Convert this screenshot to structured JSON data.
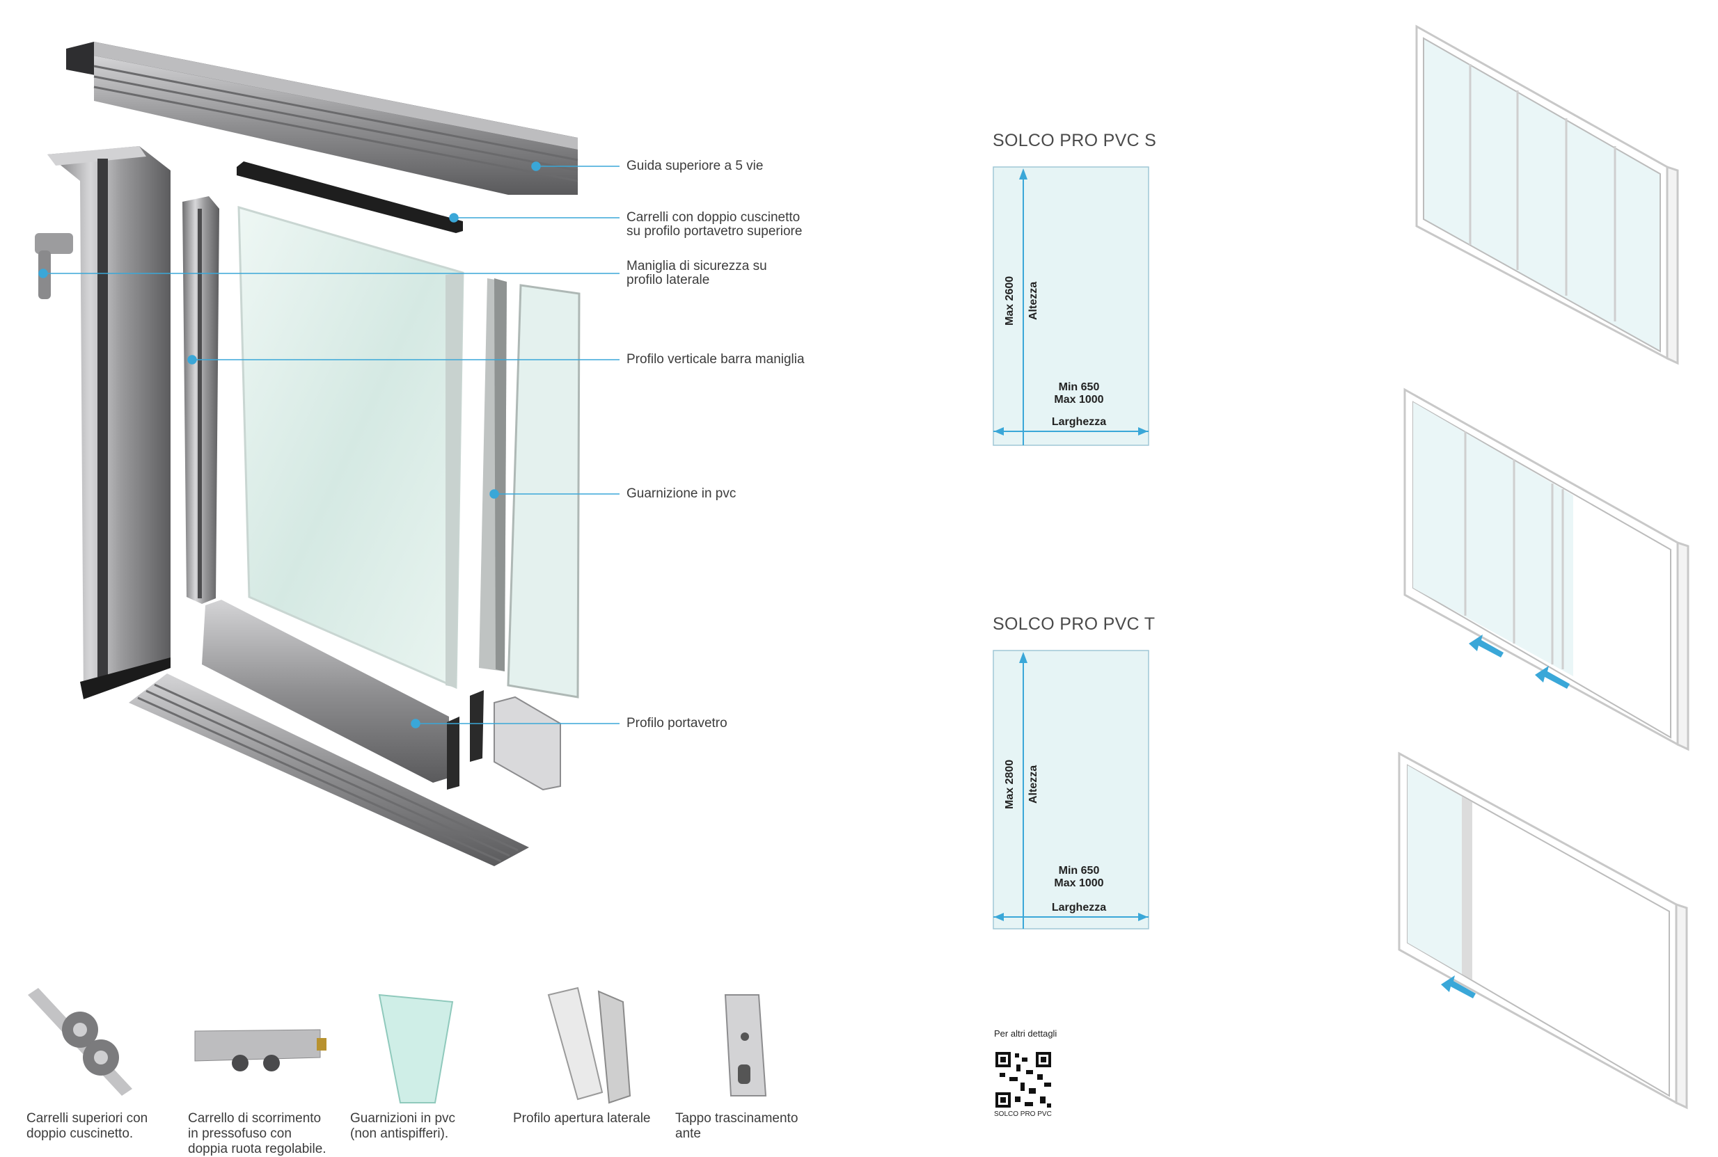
{
  "callouts": [
    {
      "label": "Guida superiore a 5 vie"
    },
    {
      "label": "Carrelli con doppio cuscinetto\nsu profilo portavetro superiore"
    },
    {
      "label": "Maniglia di sicurezza su\nprofilo laterale"
    },
    {
      "label": "Profilo verticale barra maniglia"
    },
    {
      "label": "Guarnizione in pvc"
    },
    {
      "label": "Profilo portavetro"
    }
  ],
  "components": [
    {
      "label": "Carrelli superiori con\ndoppio cuscinetto."
    },
    {
      "label": "Carrello di scorrimento\nin pressofuso con\ndoppia ruota regolabile."
    },
    {
      "label": "Guarnizioni in pvc\n(non antispifferi)."
    },
    {
      "label": "Profilo apertura laterale"
    },
    {
      "label": "Tappo trascinamento\nante"
    }
  ],
  "models": [
    {
      "title": "SOLCO PRO PVC S",
      "height_label": "Max  2600",
      "height_name": "Altezza",
      "width_range": "Min 650\nMax 1000",
      "width_name": "Larghezza"
    },
    {
      "title": "SOLCO PRO PVC T",
      "height_label": "Max  2800",
      "height_name": "Altezza",
      "width_range": "Min 650\nMax 1000",
      "width_name": "Larghezza"
    }
  ],
  "qr": {
    "heading": "Per altri dettagli",
    "caption": "SOLCO PRO PVC"
  },
  "colors": {
    "accent": "#3aa7d8",
    "glass": "#e6f4f5",
    "aluminium": "#a9a9ab",
    "dark": "#2b2b2b"
  }
}
